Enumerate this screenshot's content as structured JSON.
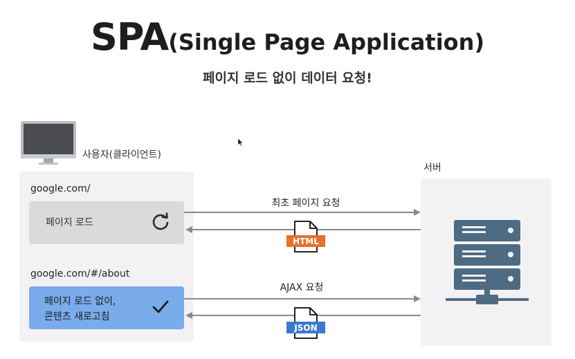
{
  "title": {
    "main": "SPA",
    "sub": "(Single Page Application)"
  },
  "subtitle": "페이지 로드 없이 데이터 요청!",
  "client": {
    "label": "사용자(클라이언트)",
    "url1": "google.com/",
    "box1_text": "페이지 로드",
    "url2": "google.com/#/about",
    "box2_line1": "페이지 로드 없이,",
    "box2_line2": "콘텐츠 새로고침"
  },
  "server": {
    "label": "서버"
  },
  "arrows": {
    "first_request": "최초 페이지 요청",
    "ajax_request": "AJAX 요청",
    "html_tag": "HTML",
    "json_tag": "JSON"
  },
  "colors": {
    "html_tag": "#e8702a",
    "json_tag": "#3a78d4",
    "server": "#4f6b82",
    "ajax_box": "#7aabeb"
  },
  "icons": {
    "computer": "monitor-icon",
    "reload": "reload-icon",
    "check": "check-icon",
    "server": "server-icon",
    "html_file": "file-icon",
    "json_file": "file-icon"
  }
}
